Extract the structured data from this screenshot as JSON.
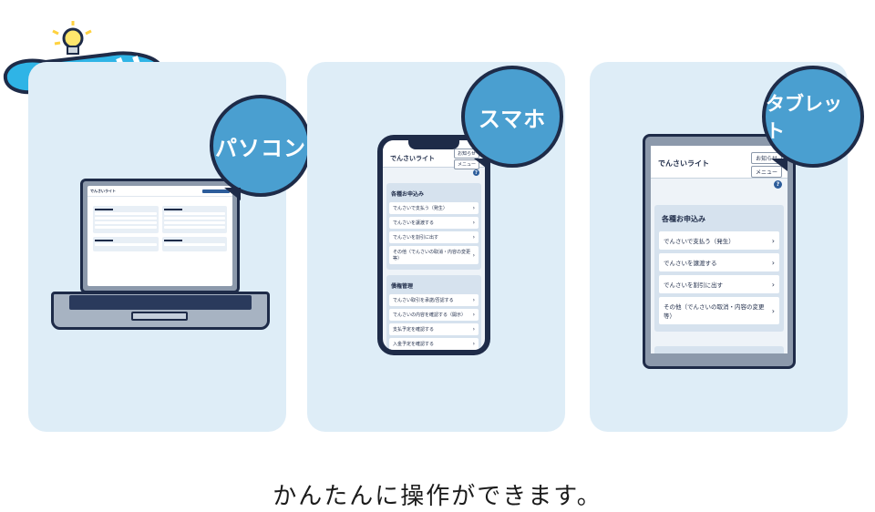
{
  "devices": {
    "pc": {
      "label": "パソコン",
      "screen_title": "でんさいライト"
    },
    "phone": {
      "label": "スマホ"
    },
    "tablet": {
      "label": "タブレット"
    }
  },
  "app": {
    "title": "でんさいライト",
    "notice_button": "お知らせ",
    "menu_button": "メニュー",
    "help_icon": "?",
    "sections": {
      "applications": {
        "title": "各種お申込み",
        "items": [
          "でんさいで支払う（発生）",
          "でんさいを譲渡する",
          "でんさいを割引に出す",
          "その他（でんさいの取消・内容の変更等）"
        ]
      },
      "management": {
        "title": "債権管理",
        "items": [
          "でんさい取引を承諾/否認する",
          "でんさいの内容を確認する（開示）",
          "支払予定を確認する",
          "入金予定を確認する"
        ]
      }
    }
  },
  "caption": "かんたんに操作ができます。",
  "colors": {
    "panel_bg": "#deedf7",
    "bubble": "#4a9fd0",
    "outline": "#1e2b48",
    "mascot": "#2fb4e6"
  }
}
